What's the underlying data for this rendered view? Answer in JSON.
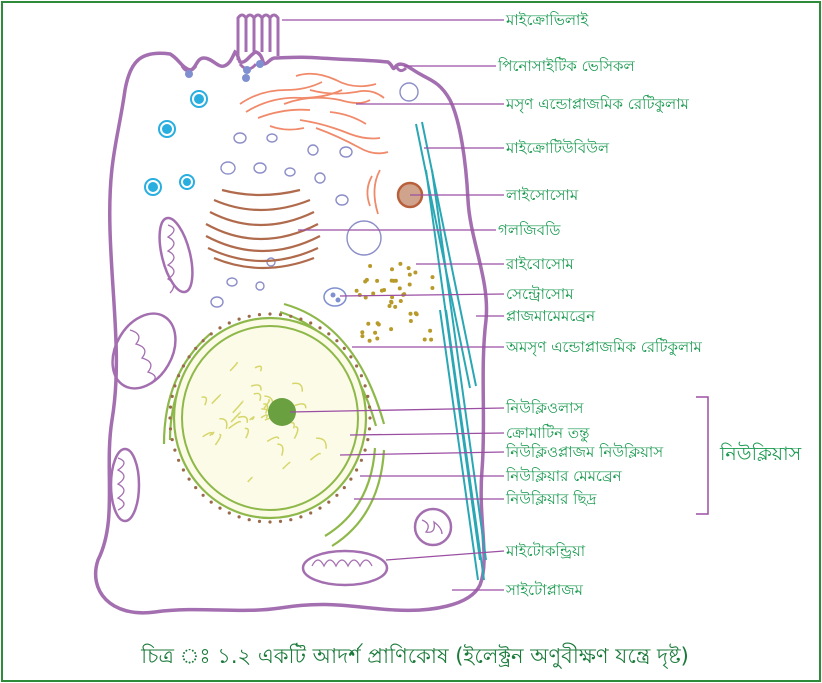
{
  "labels": {
    "microvilli": "মাইক্রোভিলাই",
    "pinocytic_vesicle": "পিনোসাইটিক ভেসিকল",
    "smooth_er": "মসৃণ এন্ডোপ্লাজমিক রেটিকুলাম",
    "microtubule": "মাইক্রোটিউবিউল",
    "lysosome": "লাইসোসোম",
    "golgi_body": "গলজিবডি",
    "ribosome": "রাইবোসোম",
    "centrosome": "সেন্ট্রোসোম",
    "plasma_membrane": "প্লাজমামেমব্রেন",
    "rough_er": "অমসৃণ এন্ডোপ্লাজমিক রেটিকুলাম",
    "nucleolus": "নিউক্লিওলাস",
    "chromatin": "ক্রোমাটিন তন্তু",
    "nucleoplasm": "নিউক্লিওপ্লাজম নিউক্লিয়াস",
    "nuclear_membrane": "নিউক্লিয়ার মেমব্রেন",
    "nuclear_pore": "নিউক্লিয়ার ছিদ্র",
    "mitochondria": "মাইটোকন্ড্রিয়া",
    "cytoplasm": "সাইটোপ্লাজম"
  },
  "group_label": "নিউক্লিয়াস",
  "caption": "চিত্র ঃ ১.২ একটি আদর্শ প্রাণিকোষ (ইলেক্ট্রন অণুবীক্ষণ যন্ত্রে দৃষ্ট)",
  "colors": {
    "frame": "#2e8b3a",
    "label_text": "#1a9a50",
    "cell_membrane": "#a46fb0",
    "smooth_er": "#f08a6a",
    "golgi": "#b06a4c",
    "microtubule": "#2aa7b5",
    "nucleus": "#8fb84a",
    "ribosome": "#b89a2a",
    "lysosome": "#b8603c",
    "nucleolus": "#6aa040",
    "vesicle": "#29aee0"
  }
}
